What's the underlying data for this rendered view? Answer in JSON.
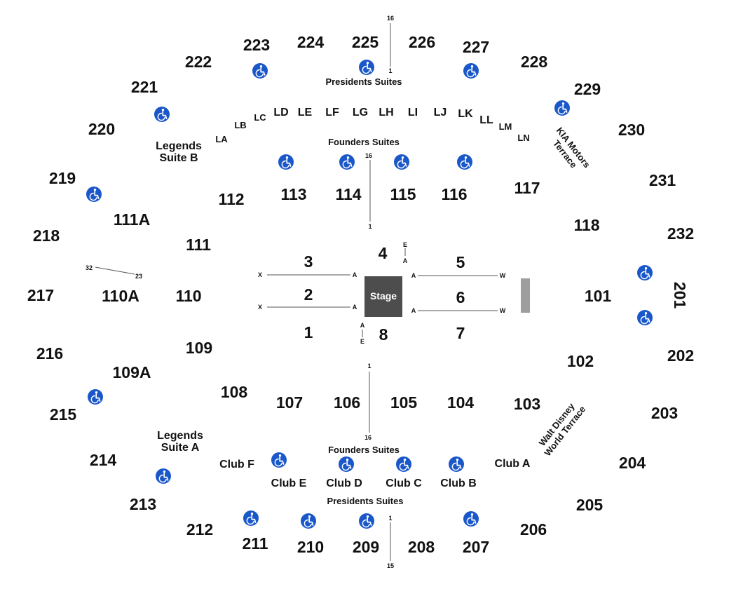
{
  "colors": {
    "accessible": "#1a57c9",
    "stage": "#4d4d4d",
    "control_booth": "#9e9e9e",
    "text": "#111111"
  },
  "icons": {
    "accessible": "wheelchair-icon"
  },
  "stage": {
    "label": "Stage"
  },
  "floor_sections": {
    "s1": "1",
    "s2": "2",
    "s3": "3",
    "s4": "4",
    "s5": "5",
    "s6": "6",
    "s7": "7",
    "s8": "8"
  },
  "row_markers": {
    "x_top": "X",
    "a_top": "A",
    "x_mid": "X",
    "a_mid": "A",
    "a_right_top": "A",
    "w_right_top": "W",
    "a_right_mid": "A",
    "w_right_mid": "W",
    "e_top": "E",
    "a_top_small": "A",
    "a_bottom_small": "A",
    "e_bottom": "E",
    "seat_top_16": "16",
    "seat_top_1": "1",
    "seat_founders_top_16": "16",
    "seat_founders_top_1": "1",
    "seat_founders_bottom_1": "1",
    "seat_founders_bottom_16": "16",
    "seat_bottom_1": "1",
    "seat_bottom_15": "15",
    "seat_left_32": "32",
    "seat_left_23": "23"
  },
  "lower_bowl": {
    "s101": "101",
    "s102": "102",
    "s103": "103",
    "s104": "104",
    "s105": "105",
    "s106": "106",
    "s107": "107",
    "s108": "108",
    "s109": "109",
    "s109a": "109A",
    "s110": "110",
    "s110a": "110A",
    "s111": "111",
    "s111a": "111A",
    "s112": "112",
    "s113": "113",
    "s114": "114",
    "s115": "115",
    "s116": "116",
    "s117": "117",
    "s118": "118"
  },
  "upper_bowl": {
    "s201": "201",
    "s202": "202",
    "s203": "203",
    "s204": "204",
    "s205": "205",
    "s206": "206",
    "s207": "207",
    "s208": "208",
    "s209": "209",
    "s210": "210",
    "s211": "211",
    "s212": "212",
    "s213": "213",
    "s214": "214",
    "s215": "215",
    "s216": "216",
    "s217": "217",
    "s218": "218",
    "s219": "219",
    "s220": "220",
    "s221": "221",
    "s222": "222",
    "s223": "223",
    "s224": "224",
    "s225": "225",
    "s226": "226",
    "s227": "227",
    "s228": "228",
    "s229": "229",
    "s230": "230",
    "s231": "231",
    "s232": "232"
  },
  "loge_boxes": {
    "la": "LA",
    "lb": "LB",
    "lc": "LC",
    "ld": "LD",
    "le": "LE",
    "lf": "LF",
    "lg": "LG",
    "lh": "LH",
    "li": "LI",
    "lj": "LJ",
    "lk": "LK",
    "ll": "LL",
    "lm": "LM",
    "ln": "LN"
  },
  "clubs": {
    "club_a": "Club A",
    "club_b": "Club B",
    "club_c": "Club C",
    "club_d": "Club D",
    "club_e": "Club E",
    "club_f": "Club F"
  },
  "suites": {
    "presidents_top": "Presidents Suites",
    "founders_top": "Founders Suites",
    "founders_bottom": "Founders Suites",
    "presidents_bottom": "Presidents Suites",
    "legends_b_line1": "Legends",
    "legends_b_line2": "Suite B",
    "legends_a_line1": "Legends",
    "legends_a_line2": "Suite A"
  },
  "terraces": {
    "kia_line1": "KIA Motors",
    "kia_line2": "Terrace",
    "disney_line1": "Walt Disney",
    "disney_line2": "World Terrace"
  }
}
